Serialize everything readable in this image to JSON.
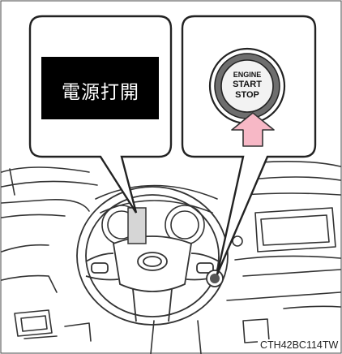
{
  "left_callout": {
    "display_text": "電源打開"
  },
  "right_callout": {
    "button_line1": "ENGINE",
    "button_line2": "START",
    "button_line3": "STOP"
  },
  "arrow_color": "#f7b8c6",
  "figure_code": "CTH42BC114TW"
}
